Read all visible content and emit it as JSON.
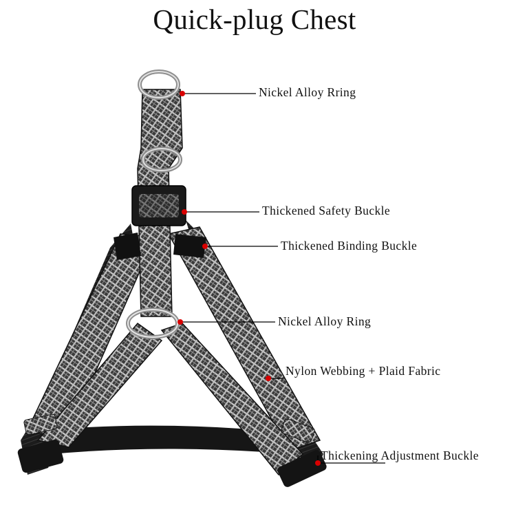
{
  "title": "Quick-plug Chest",
  "callouts": [
    {
      "label": "Nickel Alloy Rring"
    },
    {
      "label": "Thickened Safety Buckle"
    },
    {
      "label": "Thickened Binding Buckle"
    },
    {
      "label": "Nickel Alloy Ring"
    },
    {
      "label": "Nylon Webbing + Plaid Fabric"
    },
    {
      "label": "Thickening Adjustment Buckle"
    }
  ],
  "colors": {
    "marker": "#d90000",
    "line": "#000000",
    "strap": "#3d3d3d"
  },
  "icons": [
    "dog-harness-illustration"
  ]
}
